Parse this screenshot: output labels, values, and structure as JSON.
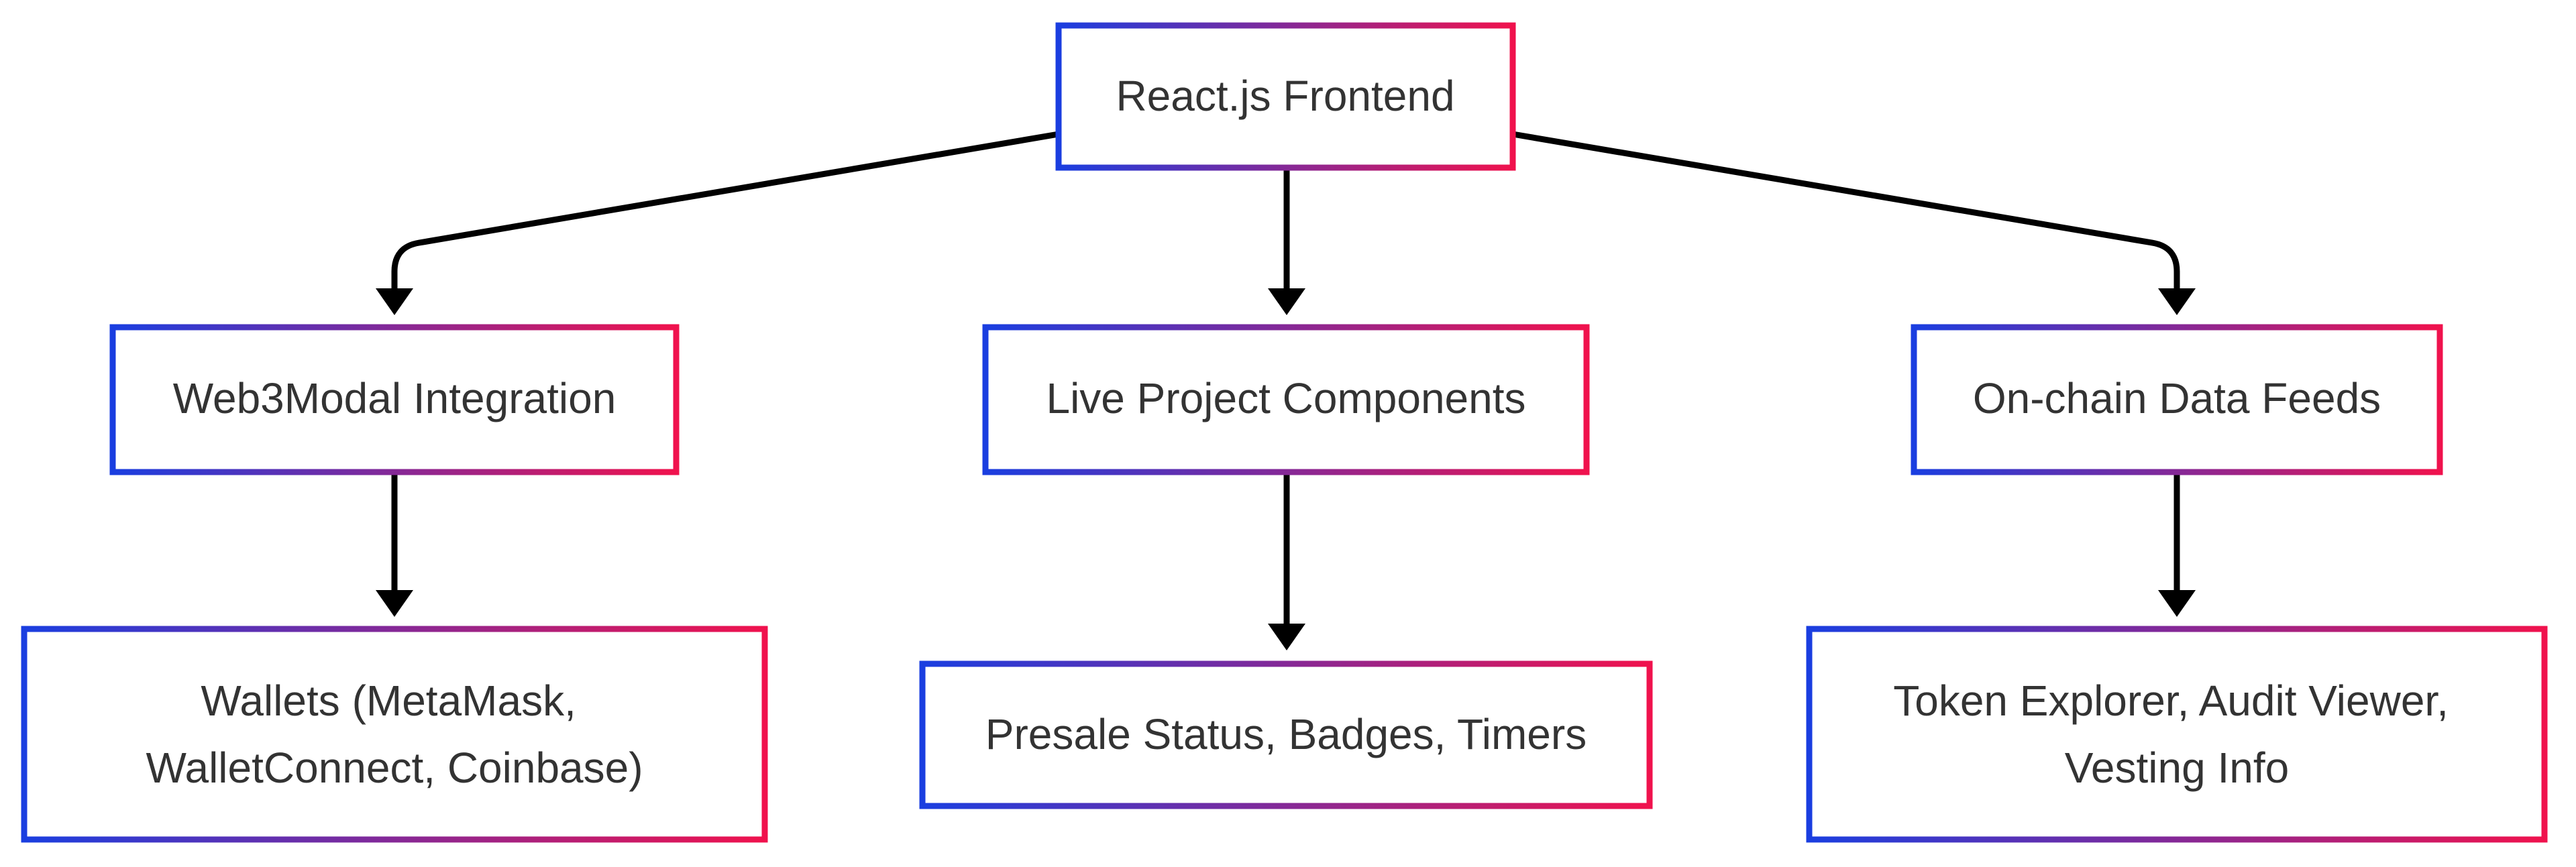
{
  "diagram": {
    "colors": {
      "border_start": "#1a3ee0",
      "border_end": "#f0124d",
      "arrow": "#000000",
      "text": "#333333",
      "background": "#ffffff"
    },
    "nodes": {
      "frontend": {
        "lines": [
          "React.js Frontend"
        ]
      },
      "web3modal": {
        "lines": [
          "Web3Modal Integration"
        ]
      },
      "live_components": {
        "lines": [
          "Live Project Components"
        ]
      },
      "onchain_feeds": {
        "lines": [
          "On-chain Data Feeds"
        ]
      },
      "wallets": {
        "lines": [
          "Wallets (MetaMask,",
          "WalletConnect, Coinbase)"
        ]
      },
      "presale": {
        "lines": [
          "Presale Status, Badges, Timers"
        ]
      },
      "explorer": {
        "lines": [
          "Token Explorer, Audit Viewer,",
          "Vesting Info"
        ]
      }
    },
    "edges": [
      {
        "from": "frontend",
        "to": "web3modal"
      },
      {
        "from": "frontend",
        "to": "live_components"
      },
      {
        "from": "frontend",
        "to": "onchain_feeds"
      },
      {
        "from": "web3modal",
        "to": "wallets"
      },
      {
        "from": "live_components",
        "to": "presale"
      },
      {
        "from": "onchain_feeds",
        "to": "explorer"
      }
    ]
  }
}
